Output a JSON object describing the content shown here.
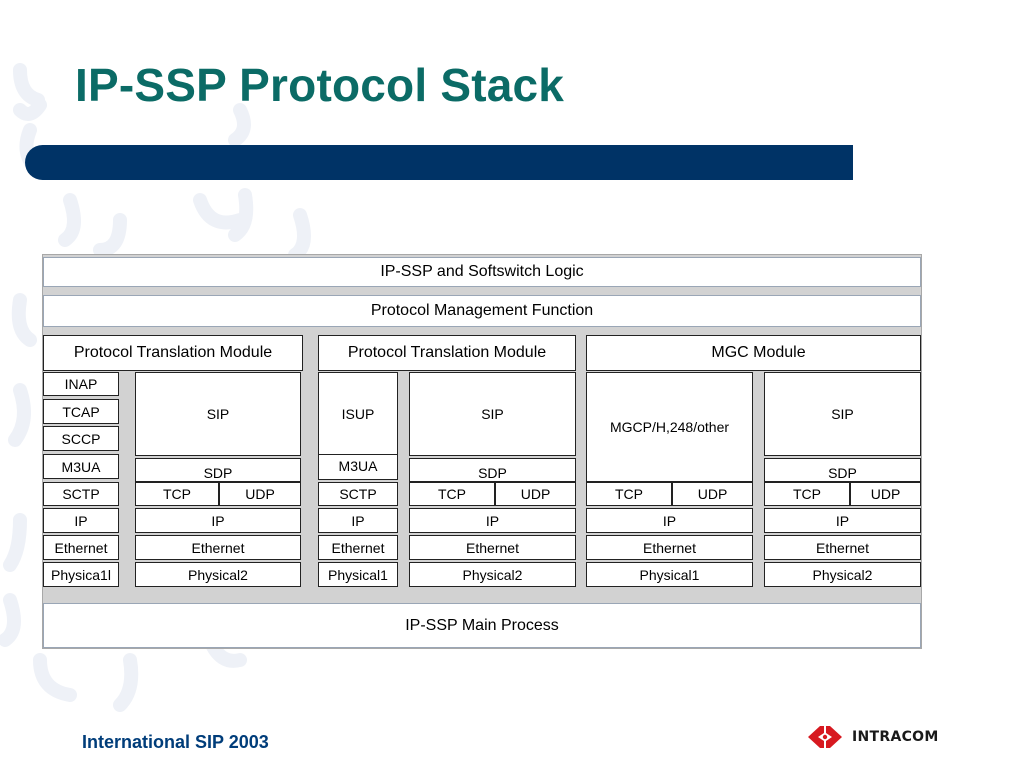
{
  "title": "IP-SSP Protocol Stack",
  "diagram": {
    "top_logic": "IP-SSP and Softswitch  Logic",
    "management": "Protocol Management Function",
    "main_process": "IP-SSP Main Process",
    "module1": {
      "header": "Protocol Translation Module",
      "ss7_stack": [
        "INAP",
        "TCAP",
        "SCCP",
        "M3UA",
        "SCTP",
        "IP",
        "Ethernet",
        "Physica1l"
      ],
      "ip_stack": {
        "app": "SIP",
        "sdp": "SDP",
        "tcp": "TCP",
        "udp": "UDP",
        "ip": "IP",
        "link": "Ethernet",
        "phy": "Physical2"
      }
    },
    "module2": {
      "header": "Protocol Translation Module",
      "ss7_stack": [
        "ISUP",
        "M3UA",
        "SCTP",
        "IP",
        "Ethernet",
        "Physical1"
      ],
      "ip_stack": {
        "app": "SIP",
        "sdp": "SDP",
        "tcp": "TCP",
        "udp": "UDP",
        "ip": "IP",
        "link": "Ethernet",
        "phy": "Physical2"
      }
    },
    "module3": {
      "header": "MGC Module",
      "mgc_stack": {
        "app": "MGCP/H,248/other",
        "tcp": "TCP",
        "udp": "UDP",
        "ip": "IP",
        "link": "Ethernet",
        "phy": "Physical1"
      },
      "ip_stack": {
        "app": "SIP",
        "sdp": "SDP",
        "tcp": "TCP",
        "udp": "UDP",
        "ip": "IP",
        "link": "Ethernet",
        "phy": "Physical2"
      }
    }
  },
  "footer": {
    "event": "International SIP 2003",
    "logo_text": "INTRACOM",
    "logo_icon": "intracom-logo-icon"
  },
  "colors": {
    "title": "#0b6b66",
    "accent_bar": "#003366",
    "footer_text": "#003d7a",
    "diagram_background": "#d2d2d2",
    "logo_red": "#d71920"
  }
}
